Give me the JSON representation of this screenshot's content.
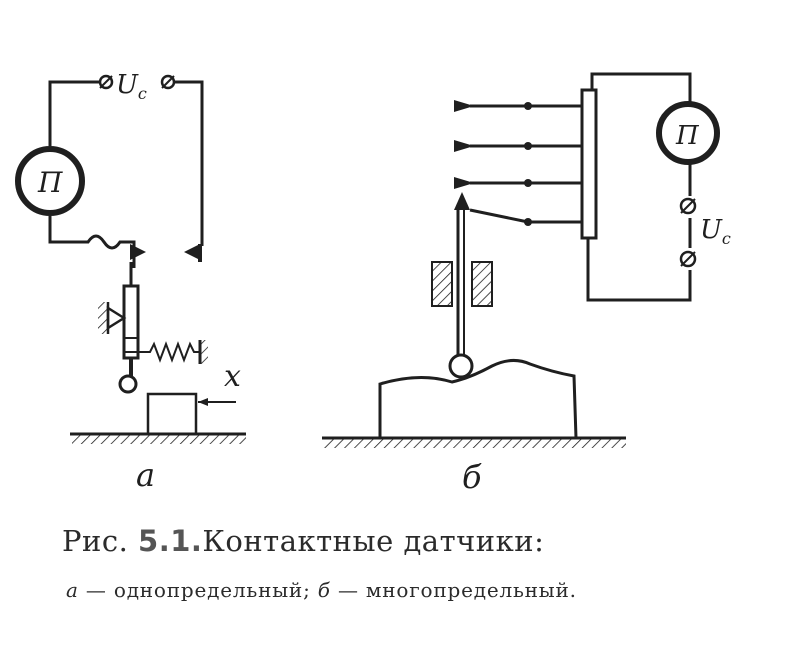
{
  "diagram": {
    "left": {
      "meter_label": "П",
      "supply_label_U": "U",
      "supply_label_sub": "c",
      "axis_label": "x",
      "panel_label": "а"
    },
    "right": {
      "meter_label": "П",
      "supply_label_U": "U",
      "supply_label_sub": "c",
      "panel_label": "б"
    }
  },
  "caption": {
    "prefix": "Рис.",
    "number": "5.1.",
    "title": "Контактные датчики:",
    "a_marker": "а",
    "a_text": " — однопредельный; ",
    "b_marker": "б",
    "b_text": " — многопредельный."
  },
  "colors": {
    "ink": "#1f1f1f",
    "paper": "#ffffff"
  }
}
